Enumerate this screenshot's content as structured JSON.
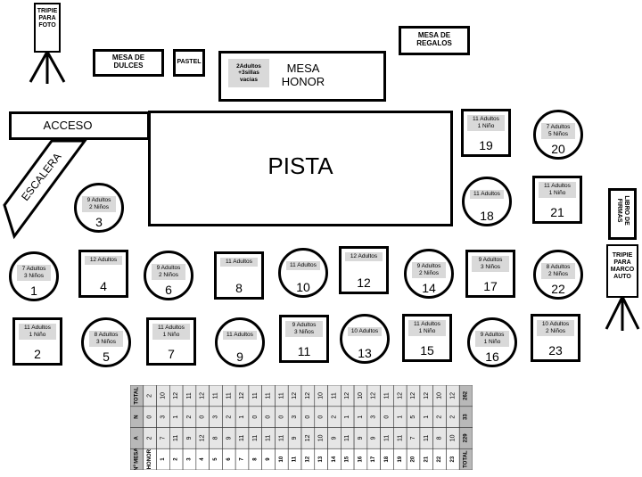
{
  "labels": {
    "tripie_foto": "TRIPIE\nPARA\nFOTO",
    "mesa_dulces": "MESA DE\nDULCES",
    "pastel": "PASTEL",
    "honor_info": "2Adultos\n+3sillas\nvacias",
    "mesa_honor": "MESA\nHONOR",
    "mesa_regalos": "MESA DE\nREGALOS",
    "acceso": "ACCESO",
    "escalera": "ESCALERA",
    "pista": "PISTA",
    "libro_firmas": "LIBRO DE\nFIRMAS",
    "tripie_marco": "TRIPIE\nPARA\nMARCO\nAUTO"
  },
  "tables": [
    {
      "num": "1",
      "info": "7 Adultos\n3 Niños",
      "shape": "round"
    },
    {
      "num": "2",
      "info": "11 Adultos\n1 Niño",
      "shape": "square"
    },
    {
      "num": "3",
      "info": "9 Adultos\n2 Niños",
      "shape": "round"
    },
    {
      "num": "4",
      "info": "12 Adultos",
      "shape": "square"
    },
    {
      "num": "5",
      "info": "8 Adultos\n3 Niños",
      "shape": "round"
    },
    {
      "num": "6",
      "info": "9 Adultos\n2 Niños",
      "shape": "round"
    },
    {
      "num": "7",
      "info": "11 Adultos\n1 Niño",
      "shape": "square"
    },
    {
      "num": "8",
      "info": "11 Adultos",
      "shape": "square"
    },
    {
      "num": "9",
      "info": "11 Adultos",
      "shape": "round"
    },
    {
      "num": "10",
      "info": "11 Adultos",
      "shape": "round"
    },
    {
      "num": "11",
      "info": "9 Adultos\n3 Niños",
      "shape": "square"
    },
    {
      "num": "12",
      "info": "12 Adultos",
      "shape": "square"
    },
    {
      "num": "13",
      "info": "10 Adultos",
      "shape": "round"
    },
    {
      "num": "14",
      "info": "9 Adultos\n2 Niños",
      "shape": "round"
    },
    {
      "num": "15",
      "info": "11 Adultos\n1 Niño",
      "shape": "square"
    },
    {
      "num": "16",
      "info": "9 Adultos\n1 Niño",
      "shape": "round"
    },
    {
      "num": "17",
      "info": "9 Adultos\n3 Niños",
      "shape": "square"
    },
    {
      "num": "18",
      "info": "11 Adultos",
      "shape": "round"
    },
    {
      "num": "19",
      "info": "11 Adultos\n1 Niño",
      "shape": "square"
    },
    {
      "num": "20",
      "info": "7 Adultos\n5 Niños",
      "shape": "round"
    },
    {
      "num": "21",
      "info": "11 Adultos\n1 Niño",
      "shape": "square"
    },
    {
      "num": "22",
      "info": "8 Adultos\n2 Niños",
      "shape": "round"
    },
    {
      "num": "23",
      "info": "10 Adultos\n2 Niños",
      "shape": "square"
    }
  ],
  "tally": {
    "headers": [
      "Nº MESA",
      "A",
      "N",
      "TOTAL"
    ],
    "rows": [
      [
        "HONOR",
        "2",
        "0",
        "2"
      ],
      [
        "1",
        "7",
        "3",
        "10"
      ],
      [
        "2",
        "11",
        "1",
        "12"
      ],
      [
        "3",
        "9",
        "2",
        "11"
      ],
      [
        "4",
        "12",
        "0",
        "12"
      ],
      [
        "5",
        "8",
        "3",
        "11"
      ],
      [
        "6",
        "9",
        "2",
        "11"
      ],
      [
        "7",
        "11",
        "1",
        "12"
      ],
      [
        "8",
        "11",
        "0",
        "11"
      ],
      [
        "9",
        "11",
        "0",
        "11"
      ],
      [
        "10",
        "11",
        "0",
        "11"
      ],
      [
        "11",
        "9",
        "3",
        "12"
      ],
      [
        "12",
        "12",
        "0",
        "12"
      ],
      [
        "13",
        "10",
        "0",
        "10"
      ],
      [
        "14",
        "9",
        "2",
        "11"
      ],
      [
        "15",
        "11",
        "1",
        "12"
      ],
      [
        "16",
        "9",
        "1",
        "10"
      ],
      [
        "17",
        "9",
        "3",
        "12"
      ],
      [
        "18",
        "11",
        "0",
        "11"
      ],
      [
        "19",
        "11",
        "1",
        "12"
      ],
      [
        "20",
        "7",
        "5",
        "12"
      ],
      [
        "21",
        "11",
        "1",
        "12"
      ],
      [
        "22",
        "8",
        "2",
        "10"
      ],
      [
        "23",
        "10",
        "2",
        "12"
      ]
    ],
    "totals": [
      "TOTAL",
      "229",
      "33",
      "262"
    ]
  }
}
